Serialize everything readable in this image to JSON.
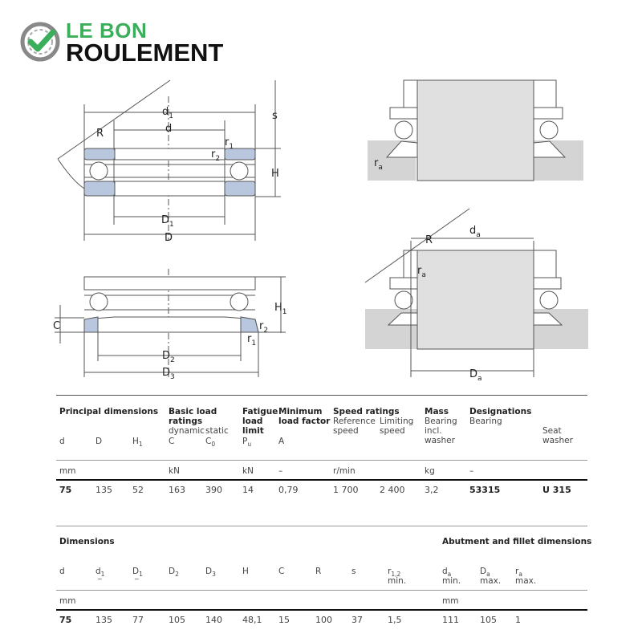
{
  "logo": {
    "line1": "LE BON",
    "line2": "ROULEMENT"
  },
  "diagram_labels": {
    "d1": {
      "main": "d",
      "sub": "1"
    },
    "d": {
      "main": "d",
      "sub": ""
    },
    "R": {
      "main": "R",
      "sub": ""
    },
    "r1": {
      "main": "r",
      "sub": "1"
    },
    "r2": {
      "main": "r",
      "sub": "2"
    },
    "s": {
      "main": "s",
      "sub": ""
    },
    "H": {
      "main": "H",
      "sub": ""
    },
    "D1": {
      "main": "D",
      "sub": "1"
    },
    "D": {
      "main": "D",
      "sub": ""
    },
    "H1": {
      "main": "H",
      "sub": "1"
    },
    "C": {
      "main": "C",
      "sub": ""
    },
    "D2": {
      "main": "D",
      "sub": "2"
    },
    "D3": {
      "main": "D",
      "sub": "3"
    },
    "ra": {
      "main": "r",
      "sub": "a"
    },
    "da": {
      "main": "d",
      "sub": "a"
    },
    "Da": {
      "main": "D",
      "sub": "a"
    }
  },
  "table1": {
    "groups": {
      "principal": "Principal dimensions",
      "basic1": "Basic load",
      "basic2": "ratings",
      "fatigue1": "Fatigue",
      "fatigue2": "load",
      "fatigue3": "limit",
      "minimum1": "Minimum",
      "minimum2": "load factor",
      "speed": "Speed ratings",
      "mass": "Mass",
      "designations": "Designations"
    },
    "sublabels": {
      "dynamic": "dynamic",
      "static": "static",
      "reference1": "Reference",
      "reference2": "speed",
      "limiting1": "Limiting",
      "limiting2": "speed",
      "mass1": "Bearing",
      "mass2": "incl.",
      "mass3": "washer",
      "bearing": "Bearing",
      "seat1": "Seat",
      "seat2": "washer"
    },
    "symbols": {
      "d": "d",
      "D": "D",
      "H1": "H",
      "H1_sub": "1",
      "C": "C",
      "C0": "C",
      "C0_sub": "0",
      "Pu": "P",
      "Pu_sub": "u",
      "A": "A"
    },
    "units": {
      "mm": "mm",
      "kN1": "kN",
      "kN2": "kN",
      "dash1": "–",
      "rmin": "r/min",
      "kg": "kg",
      "dash2": "–"
    },
    "row": {
      "d": "75",
      "D": "135",
      "H1": "52",
      "C": "163",
      "C0": "390",
      "Pu": "14",
      "A": "0,79",
      "ref_speed": "1 700",
      "lim_speed": "2 400",
      "mass": "3,2",
      "bearing": "53315",
      "seat_washer": "U 315"
    }
  },
  "table2": {
    "title": "Dimensions",
    "title2": "Abutment and fillet dimensions",
    "symbols": {
      "d": "d",
      "d1": "d",
      "d1_sub": "1",
      "D1": "D",
      "D1_sub": "1",
      "approx": "~",
      "D2": "D",
      "D2_sub": "2",
      "D3": "D",
      "D3_sub": "3",
      "H": "H",
      "C": "C",
      "R": "R",
      "s": "s",
      "r12": "r",
      "r12_sub": "1,2",
      "min": "min.",
      "da": "d",
      "da_sub": "a",
      "Da": "D",
      "Da_sub": "a",
      "ra": "r",
      "ra_sub": "a",
      "max": "max."
    },
    "units": {
      "mm1": "mm",
      "mm2": "mm"
    },
    "row": {
      "d": "75",
      "d1": "135",
      "D1": "77",
      "D2": "105",
      "D3": "140",
      "H": "48,1",
      "C": "15",
      "R": "100",
      "s": "37",
      "r12": "1,5",
      "da": "111",
      "Da": "105",
      "ra": "1"
    }
  },
  "colors": {
    "washer": "#b8c6de",
    "logo_green": "#3aae5a",
    "shaft": "#d4d4d4"
  }
}
